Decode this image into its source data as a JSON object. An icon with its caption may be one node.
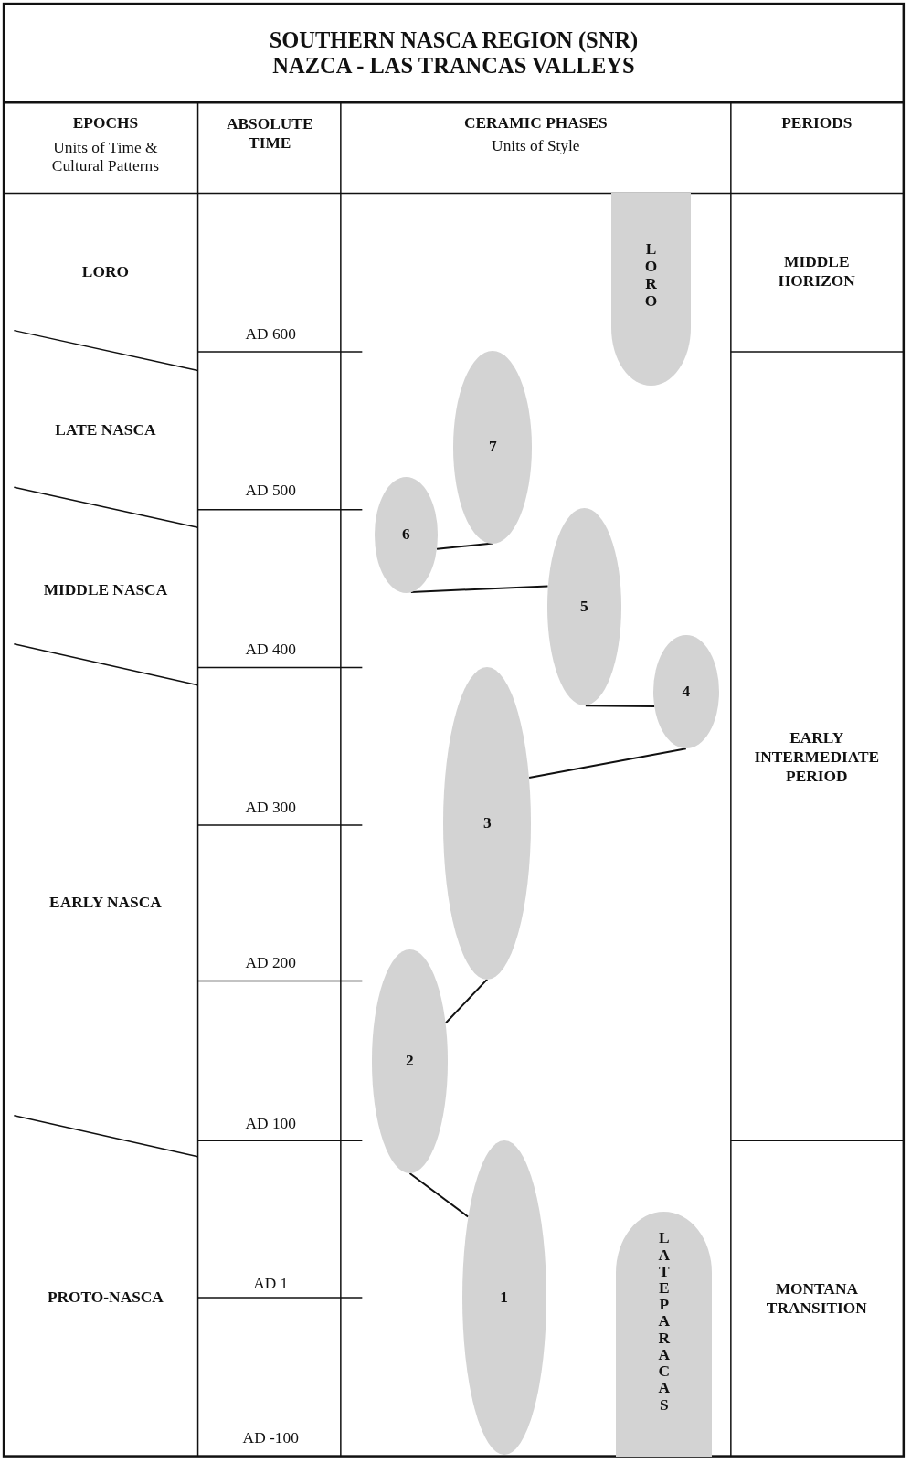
{
  "diagram": {
    "title": "SOUTHERN NASCA REGION (SNR) NAZCA - LAS TRANCAS VALLEYS",
    "nodes": [
      {
        "text": [
          "LORO"
        ]
      },
      {
        "text": [
          "7"
        ]
      },
      {
        "text": [
          "6"
        ]
      },
      {
        "text": [
          "5"
        ]
      },
      {
        "text": [
          "4"
        ]
      },
      {
        "text": [
          "3"
        ]
      },
      {
        "text": [
          "2"
        ]
      },
      {
        "text": [
          "1"
        ]
      },
      {
        "text": [
          "LATE PARACAS"
        ]
      }
    ],
    "edges": [
      {
        "from": 2,
        "to": 1,
        "arrow": "none"
      },
      {
        "from": 2,
        "to": 3,
        "arrow": "none"
      },
      {
        "from": 3,
        "to": 4,
        "arrow": "none"
      },
      {
        "from": 4,
        "to": 5,
        "arrow": "none"
      },
      {
        "from": 5,
        "to": 6,
        "arrow": "none"
      },
      {
        "from": 6,
        "to": 7,
        "arrow": "none"
      }
    ],
    "labels": [
      "EPOCHS",
      "Units of Time & Cultural Patterns",
      "ABSOLUTE TIME",
      "CERAMIC PHASES",
      "Units of Style",
      "PERIODS",
      "LORO",
      "MIDDLE HORIZON",
      "AD 600",
      "LATE NASCA",
      "AD 500",
      "MIDDLE NASCA",
      "AD 400",
      "EARLY INTERMEDIATE PERIOD",
      "AD 300",
      "EARLY NASCA",
      "AD 200",
      "AD 100",
      "AD 1",
      "PROTO-NASCA",
      "MONTANA TRANSITION",
      "AD -100"
    ]
  }
}
